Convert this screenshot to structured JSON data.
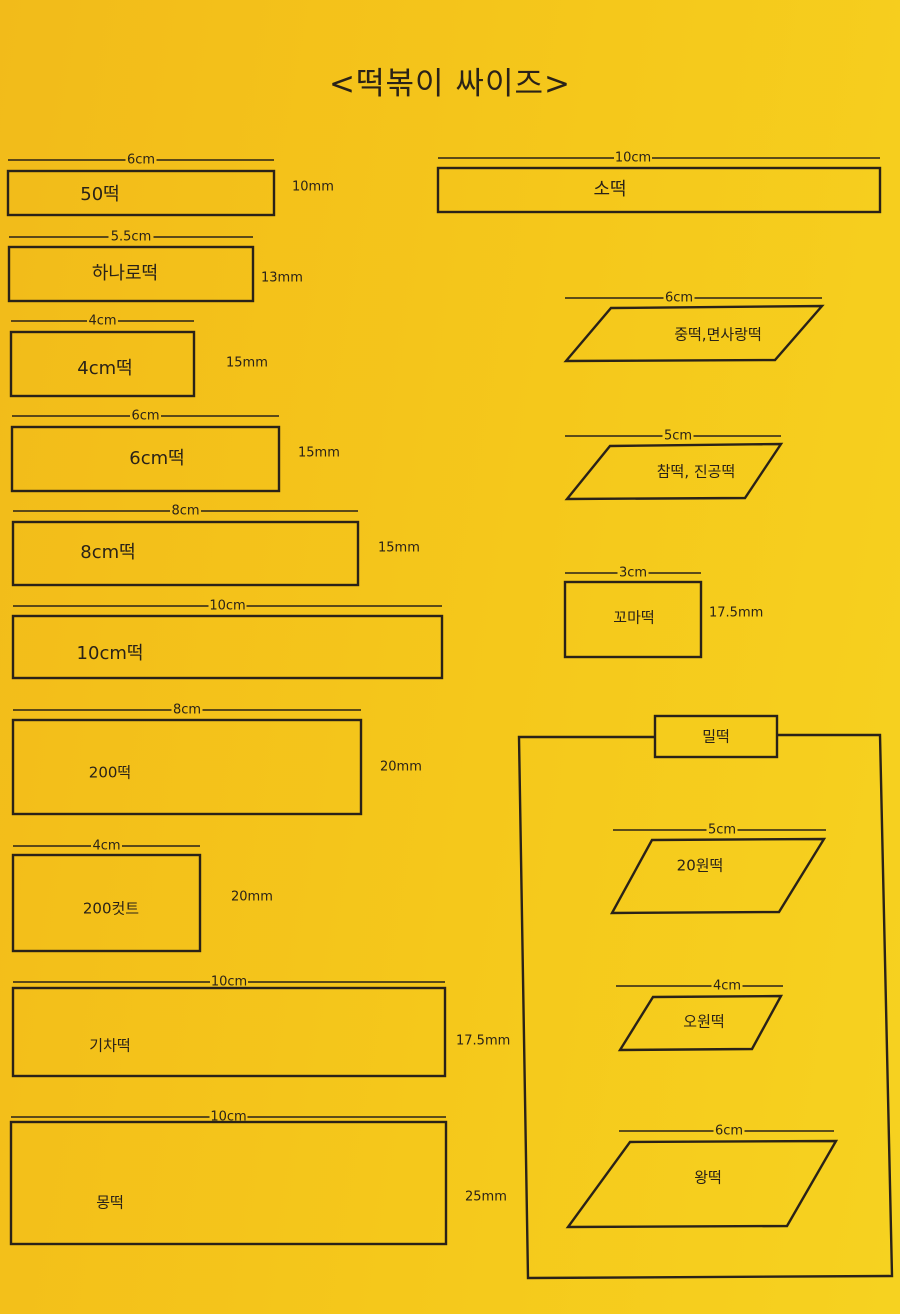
{
  "title": "<떡볶이 싸이즈>",
  "colors": {
    "background": "#f5c81b",
    "ink": "#2a2218"
  },
  "chart_data": {
    "type": "diagram",
    "title": "<떡볶이 싸이즈>",
    "group_label": "밀떡",
    "left": [
      {
        "name": "50떡",
        "length": "6cm",
        "thickness": "10mm"
      },
      {
        "name": "하나로떡",
        "length": "5.5cm",
        "thickness": "13mm"
      },
      {
        "name": "4cm떡",
        "length": "4cm",
        "thickness": "15mm"
      },
      {
        "name": "6cm떡",
        "length": "6cm",
        "thickness": "15mm"
      },
      {
        "name": "8cm떡",
        "length": "8cm",
        "thickness": "15mm"
      },
      {
        "name": "10cm떡",
        "length": "10cm",
        "thickness": ""
      },
      {
        "name": "200떡",
        "length": "8cm",
        "thickness": "20mm"
      },
      {
        "name": "200컷트",
        "length": "4cm",
        "thickness": "20mm"
      },
      {
        "name": "기차떡",
        "length": "10cm",
        "thickness": "17.5mm"
      },
      {
        "name": "몽떡",
        "length": "10cm",
        "thickness": "25mm"
      }
    ],
    "right": [
      {
        "name": "소떡",
        "length": "10cm",
        "thickness": ""
      },
      {
        "name": "중떡,면사랑떡",
        "length": "6cm",
        "thickness": ""
      },
      {
        "name": "참떡, 진공떡",
        "length": "5cm",
        "thickness": ""
      },
      {
        "name": "꼬마떡",
        "length": "3cm",
        "thickness": "17.5mm"
      }
    ],
    "milttok": [
      {
        "name": "20원떡",
        "length": "5cm"
      },
      {
        "name": "오원떡",
        "length": "4cm"
      },
      {
        "name": "왕떡",
        "length": "6cm"
      }
    ]
  }
}
